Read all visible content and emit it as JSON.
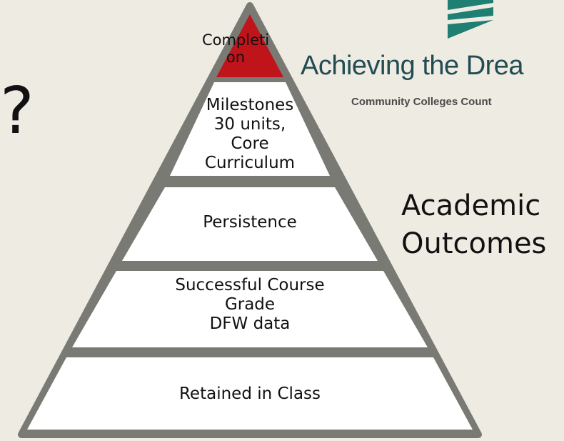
{
  "question_mark": "?",
  "pyramid": {
    "levels": [
      {
        "lines": [
          "Completi",
          "on"
        ]
      },
      {
        "lines": [
          "Milestones",
          "30 units,",
          "Core",
          "Curriculum"
        ]
      },
      {
        "lines": [
          "Persistence"
        ]
      },
      {
        "lines": [
          "Successful Course",
          "Grade",
          "DFW data"
        ]
      },
      {
        "lines": [
          "Retained in Class"
        ]
      }
    ]
  },
  "side_label": {
    "line1": "Academic",
    "line2": "Outcomes"
  },
  "logo": {
    "title": "Achieving the Drea",
    "subtitle": "Community Colleges Count"
  },
  "colors": {
    "background": "#eeebe3",
    "pyramid_border": "#7a7a74",
    "apex_fill": "#c0141b",
    "level_fill": "#ffffff",
    "logo_teal": "#1f7f72"
  }
}
